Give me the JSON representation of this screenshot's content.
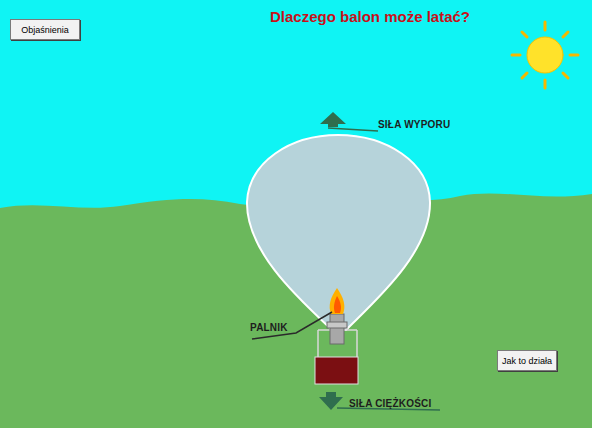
{
  "diagram": {
    "title": "Dlaczego balon może latać?",
    "nodes": [
      {
        "text": [
          "Objaśnienia"
        ]
      },
      {
        "text": [
          "Jak to działa"
        ]
      }
    ],
    "labels": [
      "SIŁA WYPORU",
      "PALNIK",
      "SIŁA CIĘŻKOŚCI"
    ]
  }
}
